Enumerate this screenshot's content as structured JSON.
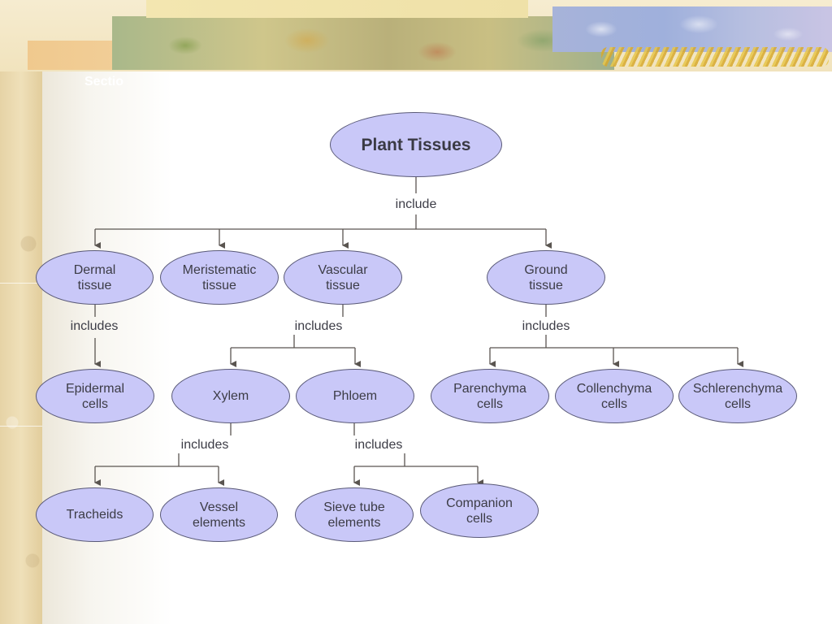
{
  "slide": {
    "section_label": "Sectio"
  },
  "diagram": {
    "root": "Plant Tissues",
    "links": {
      "root": "include",
      "dermal": "includes",
      "vascular": "includes",
      "ground": "includes",
      "xylem": "includes",
      "phloem": "includes"
    },
    "nodes": {
      "dermal": "Dermal\ntissue",
      "meristematic": "Meristematic\ntissue",
      "vascular": "Vascular\ntissue",
      "ground": "Ground\ntissue",
      "epidermal": "Epidermal\ncells",
      "xylem": "Xylem",
      "phloem": "Phloem",
      "parenchyma": "Parenchyma\ncells",
      "collenchyma": "Collenchyma\ncells",
      "schlerenchyma": "Schlerenchyma\ncells",
      "tracheids": "Tracheids",
      "vessel": "Vessel\nelements",
      "sieve": "Sieve tube\nelements",
      "companion": "Companion\ncells"
    },
    "colors": {
      "node_fill": "#c9c8f8",
      "node_border": "#5a5a78",
      "connector": "#5a5550"
    }
  }
}
